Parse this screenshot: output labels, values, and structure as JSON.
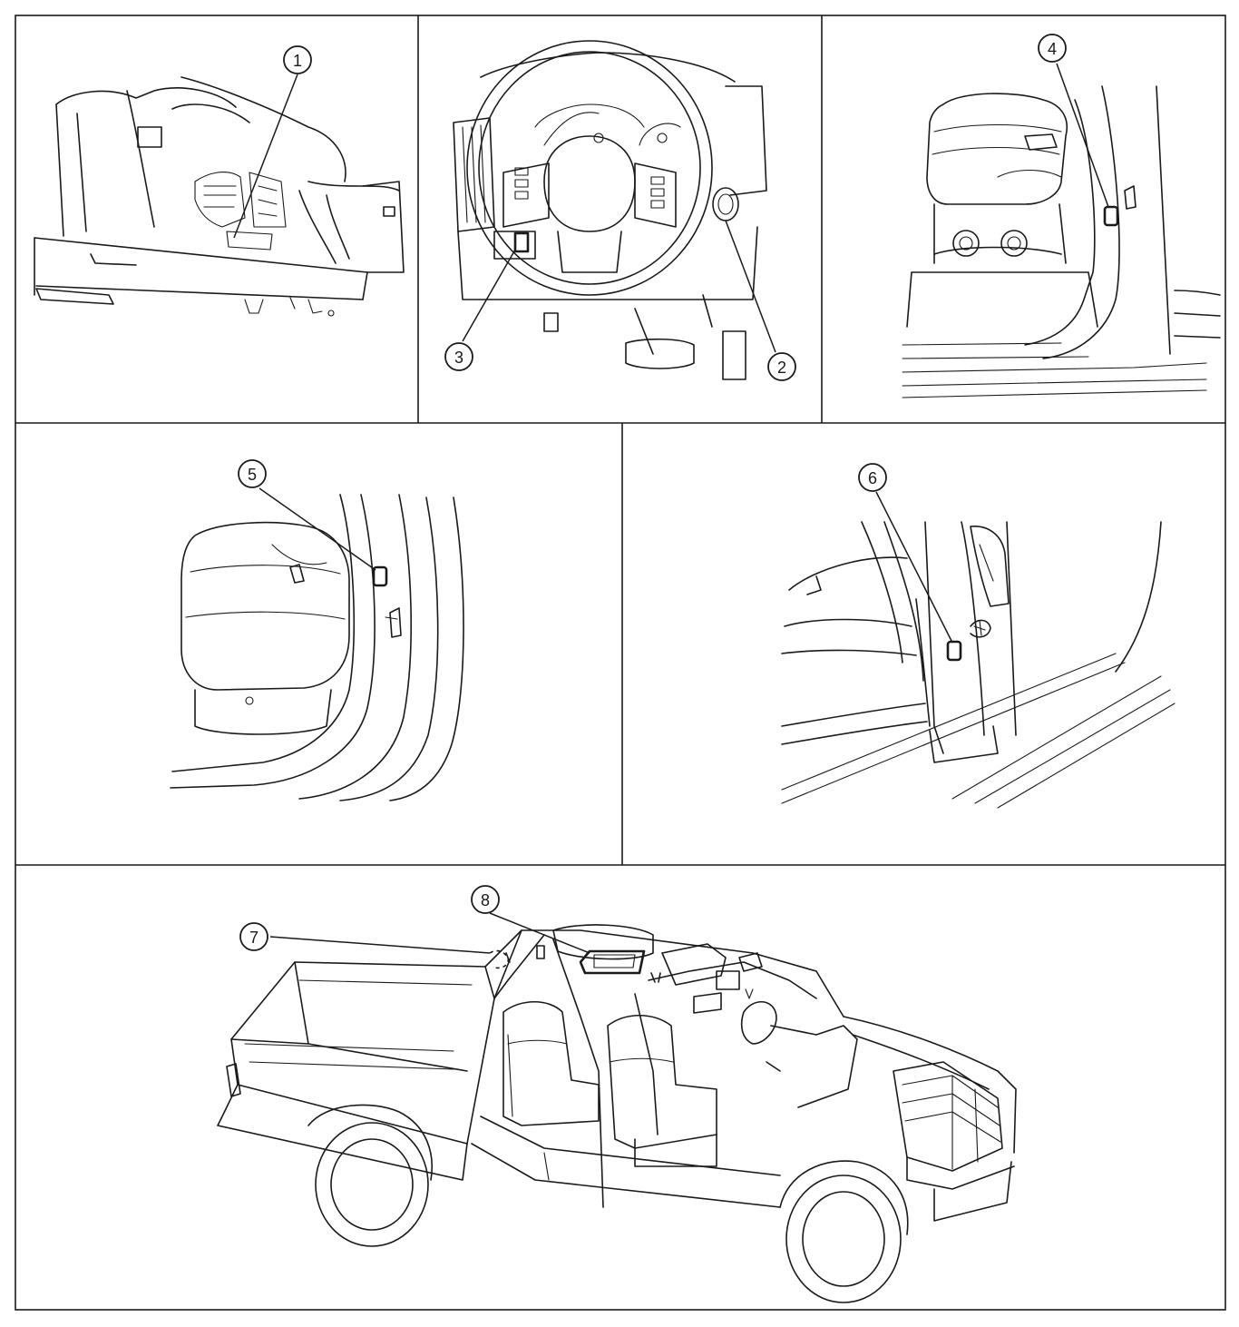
{
  "callouts": [
    {
      "id": "c1",
      "label": "1"
    },
    {
      "id": "c2",
      "label": "2"
    },
    {
      "id": "c3",
      "label": "3"
    },
    {
      "id": "c4",
      "label": "4"
    },
    {
      "id": "c5",
      "label": "5"
    },
    {
      "id": "c6",
      "label": "6"
    },
    {
      "id": "c7",
      "label": "7"
    },
    {
      "id": "c8",
      "label": "8"
    }
  ],
  "colors": {
    "line": "#1a1a1a",
    "background": "#ffffff"
  }
}
